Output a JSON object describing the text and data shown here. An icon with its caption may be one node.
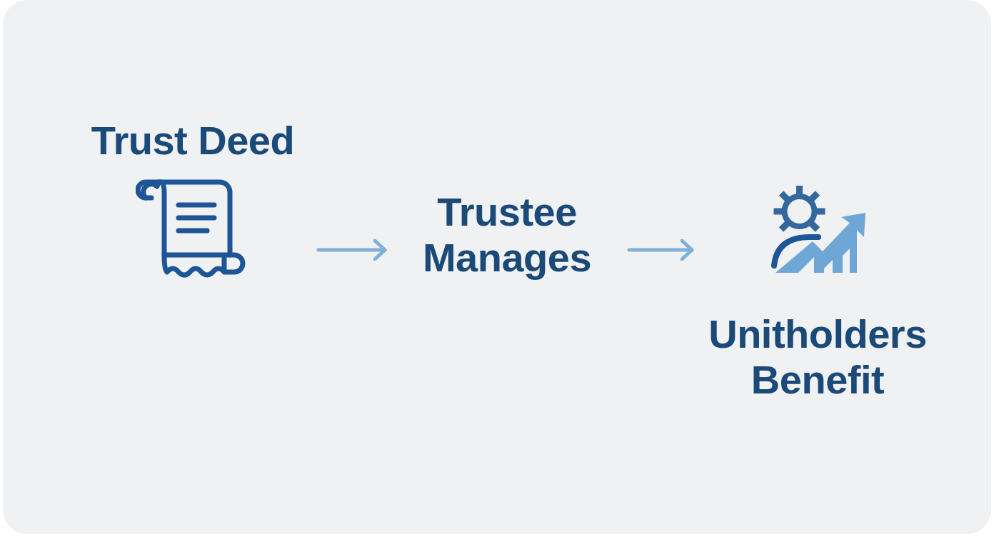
{
  "diagram": {
    "nodes": [
      {
        "text": [
          "Trust Deed"
        ]
      },
      {
        "text": [
          "Trustee Manages"
        ]
      },
      {
        "text": [
          "Unitholders Benefit"
        ]
      }
    ],
    "edges": [
      {
        "from": 0,
        "to": 1,
        "arrow": "to"
      },
      {
        "from": 1,
        "to": 2,
        "arrow": "to"
      }
    ]
  }
}
